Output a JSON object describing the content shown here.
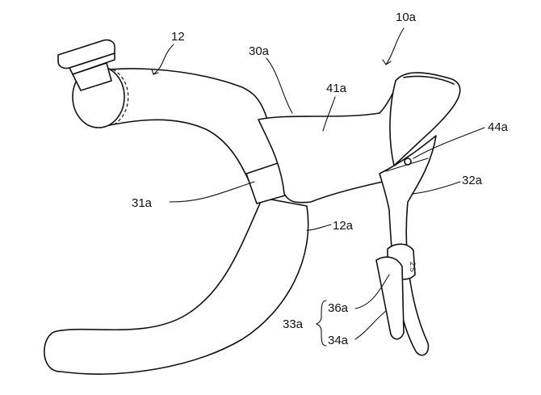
{
  "labels": {
    "assembly": "10a",
    "handlebar": "12",
    "handlebar_lower": "12a",
    "bracket": "30a",
    "clamp": "31a",
    "lever": "32a",
    "lever_group": "33a",
    "lever_upper": "36a",
    "lever_lower": "34a",
    "cover": "41a",
    "pivot": "44a",
    "small_mark": "2:5"
  }
}
